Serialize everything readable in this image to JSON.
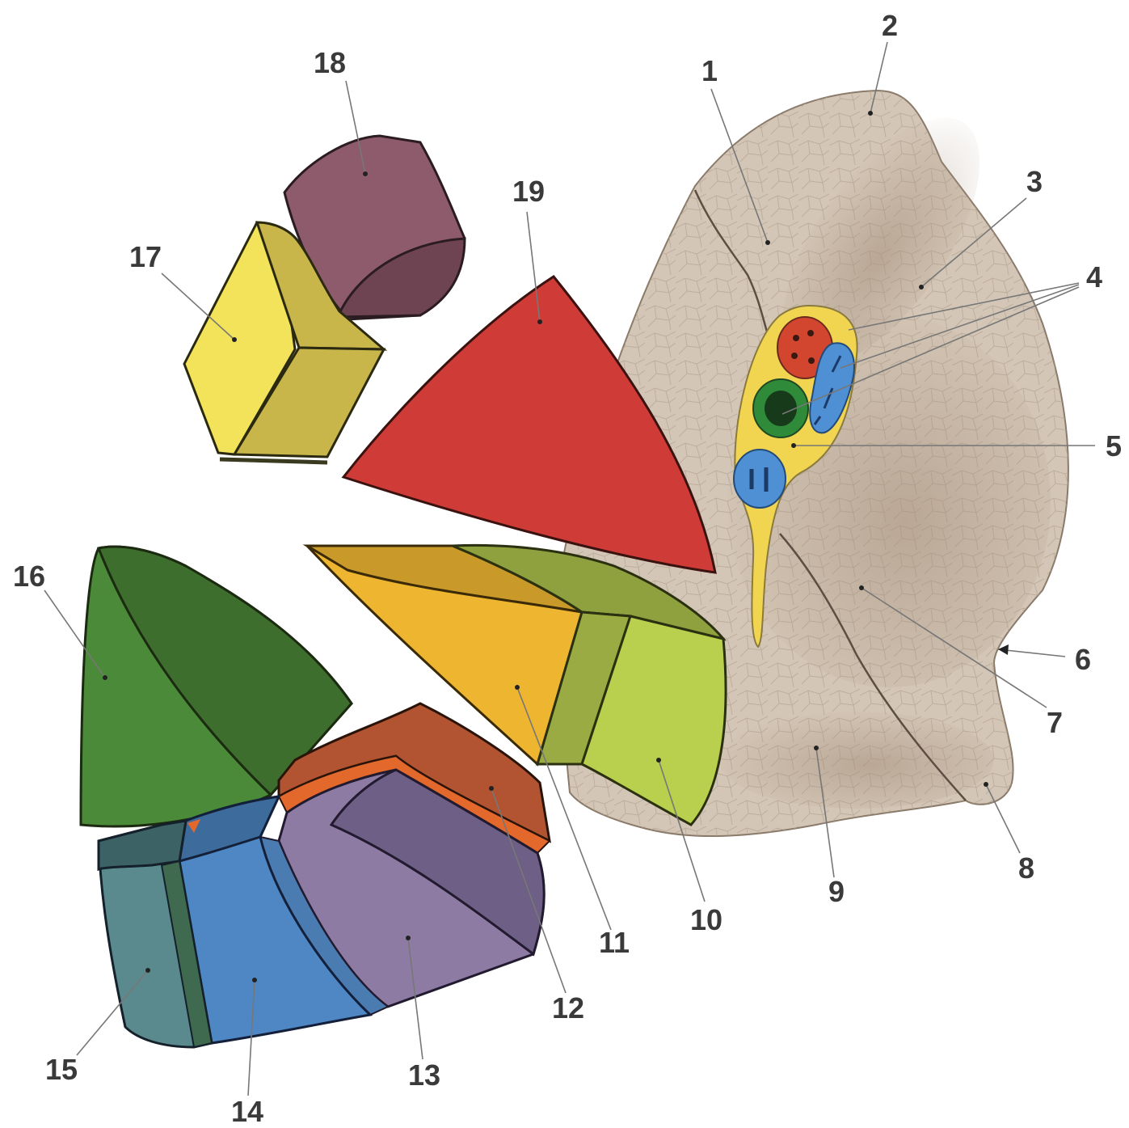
{
  "labels": {
    "l1": "1",
    "l2": "2",
    "l3": "3",
    "l4": "4",
    "l5": "5",
    "l6": "6",
    "l7": "7",
    "l8": "8",
    "l9": "9",
    "l10": "10",
    "l11": "11",
    "l12": "12",
    "l13": "13",
    "l14": "14",
    "l15": "15",
    "l16": "16",
    "l17": "17",
    "l18": "18",
    "l19": "19"
  },
  "colors": {
    "tissue": "#cdbfb0",
    "tissue_dark": "#a89684",
    "hilum": "#f2d64a",
    "segment_17": "#f3e35a",
    "segment_18": "#8e5b6c",
    "segment_19": "#cf3b36",
    "segment_16": "#4f8a3a",
    "segment_11": "#eeb530",
    "segment_10": "#b9cf4e",
    "segment_12": "#b25431",
    "segment_13": "#8d7ba4",
    "segment_14": "#4e87c4",
    "segment_15": "#5a8a8e",
    "artery": "#cf3b2c",
    "bronchus": "#2f8f3a",
    "vein": "#4f8fd3"
  }
}
